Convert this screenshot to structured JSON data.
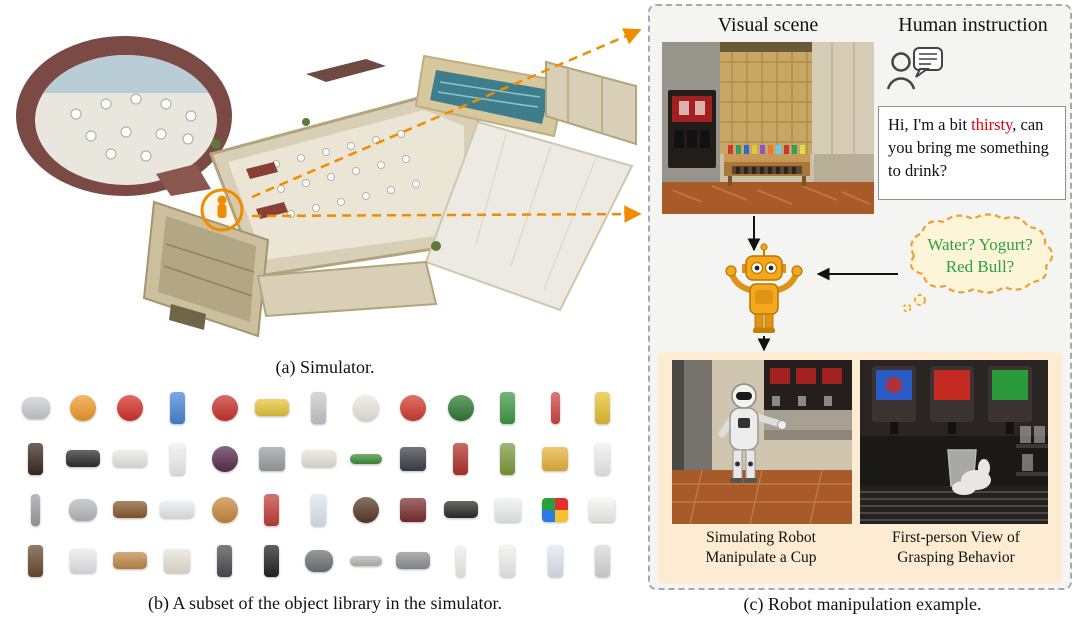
{
  "captions": {
    "a": "(a) Simulator.",
    "b": "(b) A subset of the object library in the simulator.",
    "c": "(c) Robot manipulation example."
  },
  "panel": {
    "visual_scene_heading": "Visual scene",
    "human_instruction_heading": "Human instruction",
    "instruction": {
      "pre": "Hi, I'm a bit ",
      "highlight": "thirsty",
      "post": ", can you bring me something to drink?"
    },
    "thought": {
      "line1": "Water? Yogurt?",
      "line2": "Red Bull?"
    },
    "sub_captions": {
      "left_line1": "Simulating Robot",
      "left_line2": "Manipulate a Cup",
      "right_line1": "First-person View of",
      "right_line2": "Grasping Behavior"
    }
  },
  "colors": {
    "accent_orange": "#F08C00",
    "highlight_red": "#E8000D",
    "thought_green": "#2EA043",
    "panel_background": "#F4F4F3",
    "subpanel_background": "#FDECD2"
  },
  "object_library": {
    "items": [
      {
        "name": "kettle",
        "color": "#c9ced2",
        "shape": "round"
      },
      {
        "name": "orange",
        "color": "#f09a2c",
        "shape": "circle"
      },
      {
        "name": "strawberry",
        "color": "#d63029",
        "shape": "circle"
      },
      {
        "name": "spray-bottle",
        "color": "#4a86d8",
        "shape": "tall"
      },
      {
        "name": "apple",
        "color": "#c9332c",
        "shape": "circle"
      },
      {
        "name": "yellow-bowl",
        "color": "#e6c63c",
        "shape": "wide"
      },
      {
        "name": "paper-roll",
        "color": "#c6c9ce",
        "shape": "tall"
      },
      {
        "name": "teddy-bear",
        "color": "#ece8df",
        "shape": "circle"
      },
      {
        "name": "tomato",
        "color": "#d23b2e",
        "shape": "circle"
      },
      {
        "name": "watermelon",
        "color": "#2f7a33",
        "shape": "circle"
      },
      {
        "name": "green-carton",
        "color": "#3f9a44",
        "shape": "tall"
      },
      {
        "name": "test-tube",
        "color": "#d04545",
        "shape": "tall-thin"
      },
      {
        "name": "juice-box",
        "color": "#e6c22f",
        "shape": "tall"
      },
      {
        "name": "sauce-bottle",
        "color": "#3a2a20",
        "shape": "tall"
      },
      {
        "name": "slipper",
        "color": "#2e2e2e",
        "shape": "wide"
      },
      {
        "name": "white-bowl",
        "color": "#e9e9e4",
        "shape": "wide"
      },
      {
        "name": "white-cup",
        "color": "#f0f0ec",
        "shape": "tall"
      },
      {
        "name": "mangosteen",
        "color": "#5a2d4f",
        "shape": "circle"
      },
      {
        "name": "calculator",
        "color": "#9aa0a6",
        "shape": "square"
      },
      {
        "name": "plush-dog",
        "color": "#e8e4da",
        "shape": "wide"
      },
      {
        "name": "cucumber",
        "color": "#3f8f3a",
        "shape": "wide-thin"
      },
      {
        "name": "wallet",
        "color": "#3c4148",
        "shape": "square"
      },
      {
        "name": "red-book",
        "color": "#b2312b",
        "shape": "tall"
      },
      {
        "name": "oil-bottle",
        "color": "#7d9c3c",
        "shape": "tall"
      },
      {
        "name": "snack-pack",
        "color": "#e8b43a",
        "shape": "square"
      },
      {
        "name": "milk-bottle",
        "color": "#eef0ee",
        "shape": "tall"
      },
      {
        "name": "pestle",
        "color": "#9aa0a2",
        "shape": "tall-thin"
      },
      {
        "name": "mortar",
        "color": "#b6bbbf",
        "shape": "round"
      },
      {
        "name": "brown-mug",
        "color": "#8a5a2f",
        "shape": "wide"
      },
      {
        "name": "tissue-pack",
        "color": "#e9ebee",
        "shape": "wide"
      },
      {
        "name": "donut",
        "color": "#c8893e",
        "shape": "circle"
      },
      {
        "name": "chips-can",
        "color": "#c04038",
        "shape": "tall"
      },
      {
        "name": "milk-carton",
        "color": "#dfe7ef",
        "shape": "tall"
      },
      {
        "name": "bead-bracelet",
        "color": "#5a3a28",
        "shape": "circle"
      },
      {
        "name": "maroon-notebook",
        "color": "#7c2f2f",
        "shape": "square"
      },
      {
        "name": "black-pot",
        "color": "#2e2c2a",
        "shape": "wide"
      },
      {
        "name": "white-sponge",
        "color": "#edf0f2",
        "shape": "square"
      },
      {
        "name": "rubiks-cube",
        "color": "#d84040",
        "shape": "square",
        "colors": [
          "#e03030",
          "#f2c12e",
          "#2a7de0",
          "#2aa03a"
        ]
      },
      {
        "name": "paper-sheet",
        "color": "#f4f4f0",
        "shape": "square"
      },
      {
        "name": "coffee-cup",
        "color": "#6b4a2f",
        "shape": "tall"
      },
      {
        "name": "kitchen-scale",
        "color": "#e9e9ec",
        "shape": "square"
      },
      {
        "name": "bread-loaf",
        "color": "#c08a4a",
        "shape": "wide"
      },
      {
        "name": "rice-sack",
        "color": "#e9e4d8",
        "shape": "square"
      },
      {
        "name": "trash-bin",
        "color": "#4a4e52",
        "shape": "tall"
      },
      {
        "name": "speaker",
        "color": "#232323",
        "shape": "tall"
      },
      {
        "name": "gray-kettle",
        "color": "#6e7276",
        "shape": "round"
      },
      {
        "name": "serving-tray",
        "color": "#b8b6b2",
        "shape": "wide-thin"
      },
      {
        "name": "baking-pan",
        "color": "#8f9093",
        "shape": "wide"
      },
      {
        "name": "white-spray",
        "color": "#f0f0ee",
        "shape": "tall-thin"
      },
      {
        "name": "milk-box",
        "color": "#edf2ec",
        "shape": "tall"
      },
      {
        "name": "detergent-bottle",
        "color": "#dfe8f0",
        "shape": "tall"
      },
      {
        "name": "paper-cup",
        "color": "#d9d9d9",
        "shape": "tall"
      }
    ]
  }
}
